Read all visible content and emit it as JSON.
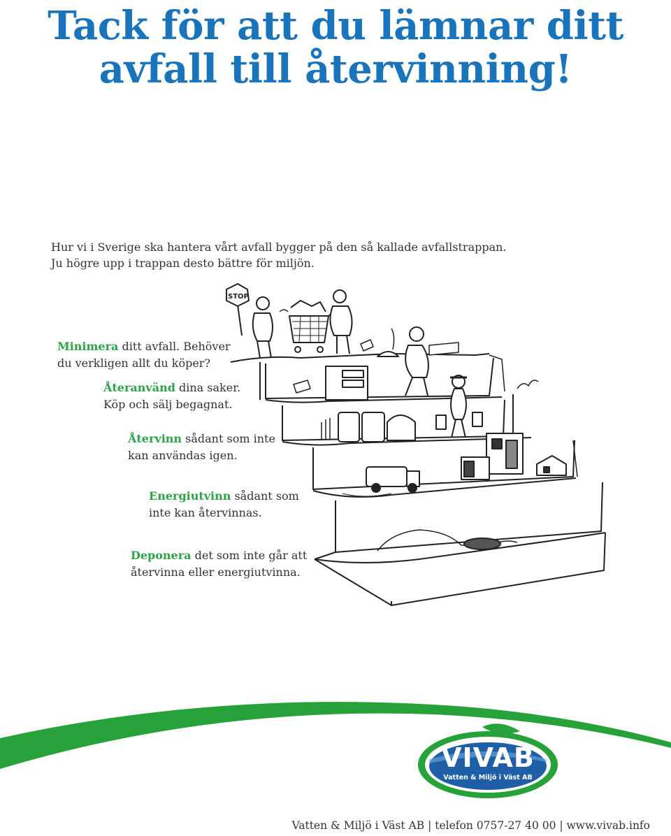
{
  "title": {
    "line1": "Tack för att du lämnar ditt",
    "line2": "avfall till återvinning!"
  },
  "intro": {
    "line1": "Hur vi i Sverige ska hantera vårt avfall bygger på den så kallade avfallstrappan.",
    "line2": "Ju högre upp i trappan desto bättre för miljön."
  },
  "steps": [
    {
      "keyword": "Minimera",
      "rest": " ditt avfall. Behöver",
      "line2": "du verkligen allt du köper?"
    },
    {
      "keyword": "Återanvänd",
      "rest": " dina saker.",
      "line2": "Köp och sälj begagnat."
    },
    {
      "keyword": "Återvinn",
      "rest": " sådant som inte",
      "line2": "kan användas igen."
    },
    {
      "keyword": "Energiutvinn",
      "rest": " sådant som",
      "line2": "inte kan återvinnas."
    },
    {
      "keyword": "Deponera",
      "rest": " det som inte går att",
      "line2": "återvinna eller energiutvinna."
    }
  ],
  "illustration": {
    "stop_sign": "STOP"
  },
  "logo": {
    "name": "VIVAB",
    "subtitle": "Vatten & Miljö i Väst AB"
  },
  "footer": "Vatten & Miljö i Väst AB | telefon 0757-27 40 00 | www.vivab.info",
  "colors": {
    "title": "#1a74bb",
    "keyword": "#2ea24a",
    "wave": "#27a23a",
    "logo_blue": "#1f5fa8"
  }
}
